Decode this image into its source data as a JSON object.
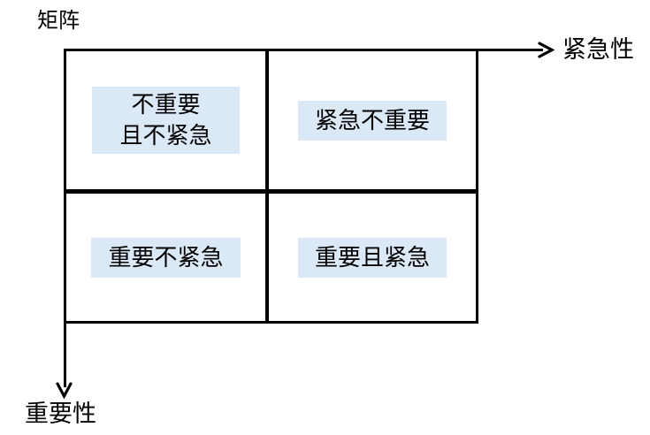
{
  "title": "矩阵",
  "axes": {
    "x_label": "紧急性",
    "y_label": "重要性"
  },
  "quadrants": [
    {
      "name": "top-left",
      "lines": [
        "不重要",
        "且不紧急"
      ]
    },
    {
      "name": "top-right",
      "lines": [
        "紧急不重要"
      ]
    },
    {
      "name": "bottom-left",
      "lines": [
        "重要不紧急"
      ]
    },
    {
      "name": "bottom-right",
      "lines": [
        "重要且紧急"
      ]
    }
  ],
  "colors": {
    "quadrant_highlight": "#dbe8f6",
    "line": "#000000",
    "text": "#000000"
  }
}
